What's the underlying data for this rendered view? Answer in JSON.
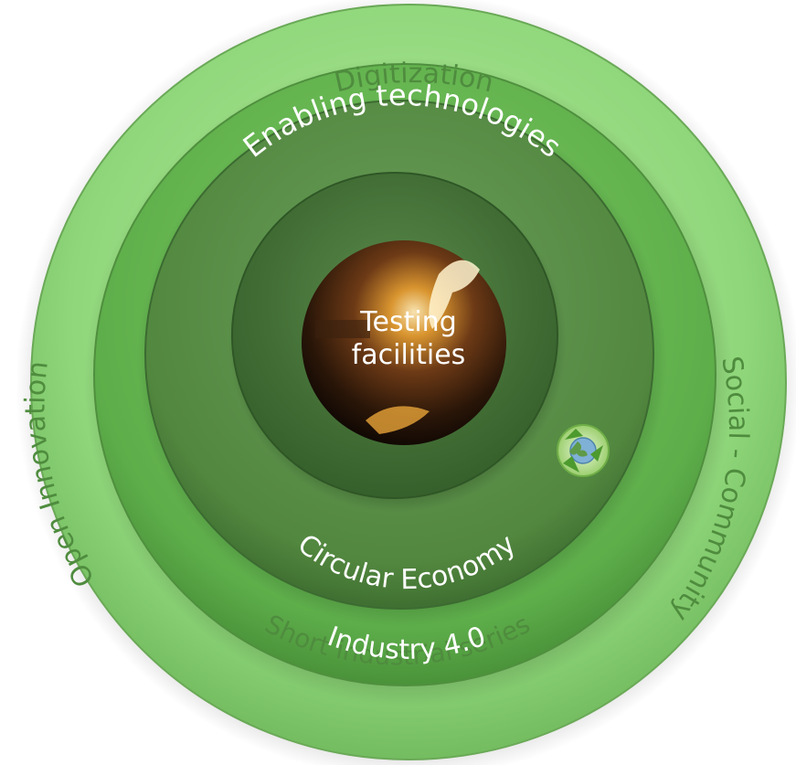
{
  "diagram": {
    "rings": {
      "outer": {
        "top_label": "Digitization",
        "left_label": "Open Innovation",
        "right_label": "Social - Community",
        "bottom_label": "Short industrial series"
      },
      "second": {
        "bottom_label": "Industry 4.0"
      },
      "third": {
        "top_label": "Enabling technologies",
        "bottom_label": "Circular Economy"
      }
    },
    "center": {
      "line1": "Testing",
      "line2": "facilities"
    },
    "icons": {
      "recycle": "recycle-globe-icon",
      "center_photo": "foundry-photo"
    },
    "colors": {
      "outer_ring": "#8fd47a",
      "outer_ring_edge": "#5a9a48",
      "outer_label": "#4f8c3e",
      "second_ring": "#5fae4c",
      "third_ring": "#4f8a42",
      "inner_disc": "#3f6e34",
      "ring_label": "#ffffff"
    }
  }
}
